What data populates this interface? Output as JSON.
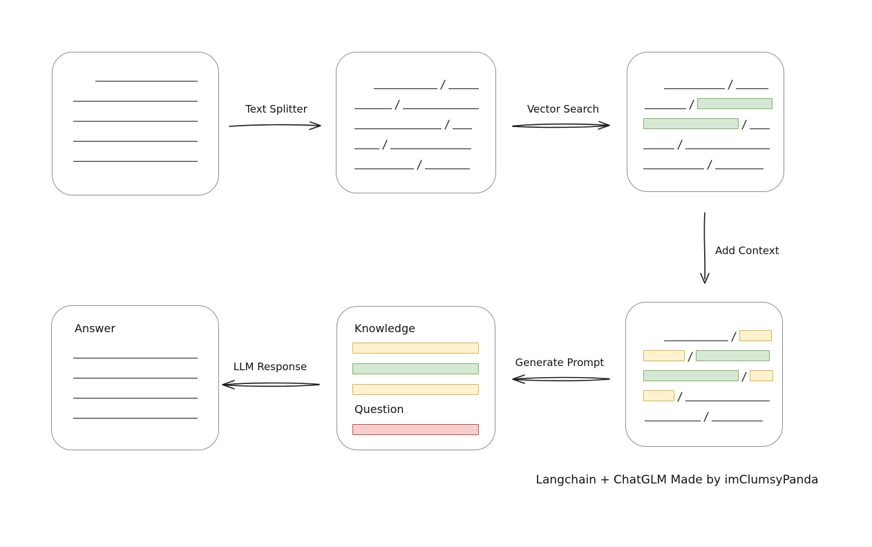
{
  "caption": "Langchain + ChatGLM Made by imClumsyPanda",
  "colors": {
    "green_fill": "#d5e8d4",
    "green_border": "#82b366",
    "yellow_fill": "#fff2cc",
    "yellow_border": "#d6b656",
    "red_fill": "#f8cecc",
    "red_border": "#b85450",
    "box_border": "#8f8f8f",
    "line_color": "#1a1a1a"
  },
  "arrows": {
    "text_splitter": {
      "label": "Text Splitter",
      "direction": "right"
    },
    "vector_search": {
      "label": "Vector Search",
      "direction": "right"
    },
    "add_context": {
      "label": "Add Context",
      "direction": "down"
    },
    "generate_prompt": {
      "label": "Generate Prompt",
      "direction": "left"
    },
    "llm_response": {
      "label": "LLM Response",
      "direction": "left"
    }
  },
  "boxes": {
    "source_document": {
      "rows": [
        {
          "indent": 62,
          "segs": [
            {
              "t": "line",
              "w": 148
            }
          ]
        },
        {
          "indent": 30,
          "segs": [
            {
              "t": "line",
              "w": 180
            }
          ]
        },
        {
          "indent": 30,
          "segs": [
            {
              "t": "line",
              "w": 180
            }
          ]
        },
        {
          "indent": 30,
          "segs": [
            {
              "t": "line",
              "w": 180
            }
          ]
        },
        {
          "indent": 30,
          "segs": [
            {
              "t": "line",
              "w": 180
            }
          ]
        }
      ]
    },
    "split_document": {
      "rows": [
        {
          "indent": 54,
          "segs": [
            {
              "t": "line",
              "w": 92
            },
            {
              "t": "line",
              "w": 44
            }
          ]
        },
        {
          "indent": 26,
          "segs": [
            {
              "t": "line",
              "w": 54
            },
            {
              "t": "line",
              "w": 110
            }
          ]
        },
        {
          "indent": 26,
          "segs": [
            {
              "t": "line",
              "w": 126
            },
            {
              "t": "line",
              "w": 28
            }
          ]
        },
        {
          "indent": 26,
          "segs": [
            {
              "t": "line",
              "w": 36
            },
            {
              "t": "line",
              "w": 117
            }
          ]
        },
        {
          "indent": 26,
          "segs": [
            {
              "t": "line",
              "w": 86
            },
            {
              "t": "line",
              "w": 65
            }
          ]
        }
      ]
    },
    "vector_search_result": {
      "rows": [
        {
          "indent": 53,
          "segs": [
            {
              "t": "line",
              "w": 88
            },
            {
              "t": "line",
              "w": 47
            }
          ]
        },
        {
          "indent": 25,
          "segs": [
            {
              "t": "line",
              "w": 60
            },
            {
              "t": "green",
              "w": 109
            }
          ]
        },
        {
          "indent": 23,
          "segs": [
            {
              "t": "green",
              "w": 138
            },
            {
              "t": "line",
              "w": 29
            }
          ]
        },
        {
          "indent": 23,
          "segs": [
            {
              "t": "line",
              "w": 45
            },
            {
              "t": "line",
              "w": 122
            }
          ]
        },
        {
          "indent": 23,
          "segs": [
            {
              "t": "line",
              "w": 88
            },
            {
              "t": "line",
              "w": 70
            }
          ]
        }
      ]
    },
    "context_document": {
      "rows": [
        {
          "indent": 55,
          "segs": [
            {
              "t": "line",
              "w": 93
            },
            {
              "t": "yellow",
              "w": 47
            }
          ]
        },
        {
          "indent": 25,
          "segs": [
            {
              "t": "yellow",
              "w": 60
            },
            {
              "t": "green",
              "w": 107
            }
          ]
        },
        {
          "indent": 25,
          "segs": [
            {
              "t": "green",
              "w": 138
            },
            {
              "t": "yellow",
              "w": 34
            }
          ]
        },
        {
          "indent": 25,
          "segs": [
            {
              "t": "yellow",
              "w": 45
            },
            {
              "t": "line",
              "w": 122
            }
          ]
        },
        {
          "indent": 27,
          "segs": [
            {
              "t": "line",
              "w": 81
            },
            {
              "t": "line",
              "w": 74
            }
          ]
        }
      ]
    },
    "prompt_document": {
      "knowledge_label": "Knowledge",
      "question_label": "Question",
      "knowledge_bars": [
        "yellow",
        "green",
        "yellow"
      ],
      "question_bars": [
        "red"
      ]
    },
    "answer_document": {
      "label": "Answer",
      "rows": [
        {
          "indent": 31,
          "segs": [
            {
              "t": "line",
              "w": 180
            }
          ]
        },
        {
          "indent": 31,
          "segs": [
            {
              "t": "line",
              "w": 180
            }
          ]
        },
        {
          "indent": 31,
          "segs": [
            {
              "t": "line",
              "w": 180
            }
          ]
        },
        {
          "indent": 31,
          "segs": [
            {
              "t": "line",
              "w": 180
            }
          ]
        }
      ]
    }
  }
}
